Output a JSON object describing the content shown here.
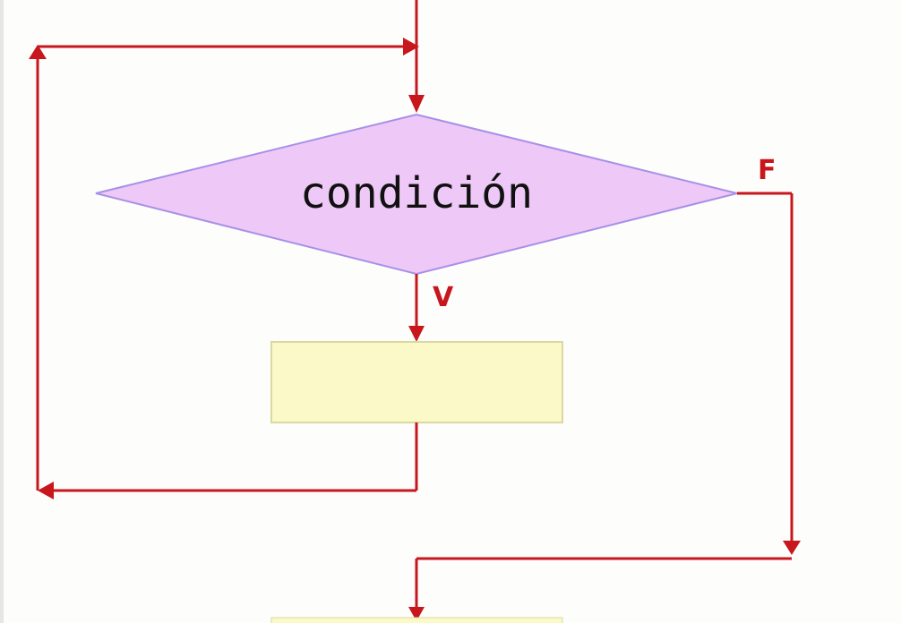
{
  "diagram": {
    "type": "flowchart-while-loop",
    "condition_label": "condición",
    "true_label": "V",
    "false_label": "F",
    "action_label": ""
  },
  "colors": {
    "line": "#c8161d",
    "diamond_fill": "#eec8f6",
    "diamond_stroke": "#a890e8",
    "process_fill": "#fbf9c8",
    "process_stroke": "#d9d9a0"
  }
}
